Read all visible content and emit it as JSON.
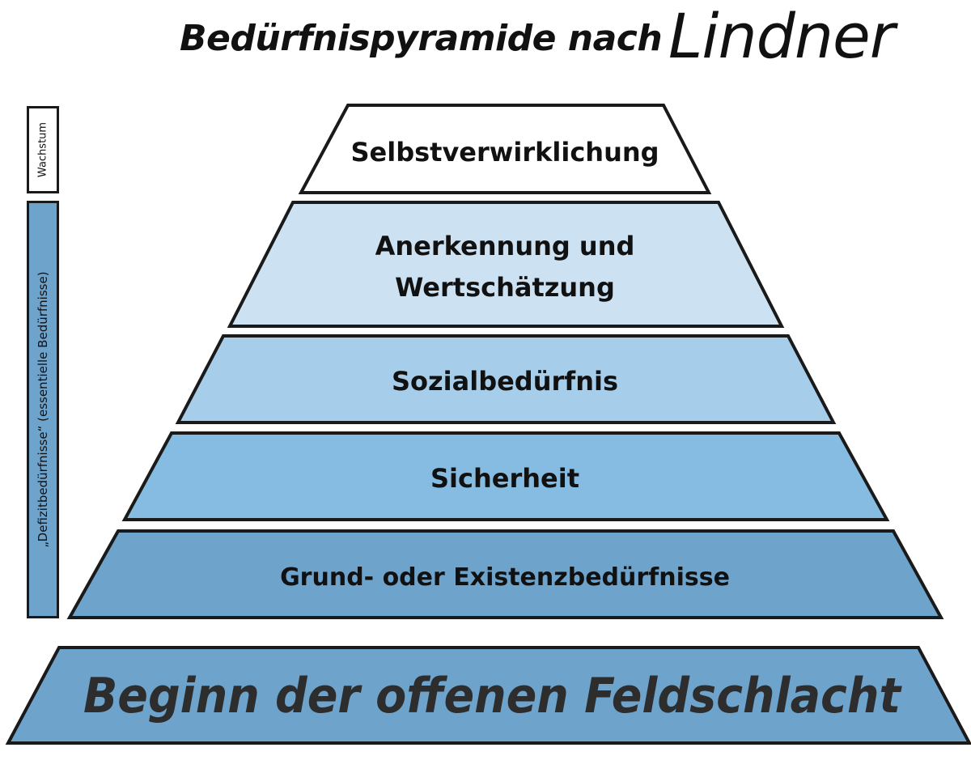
{
  "title": {
    "main": "Bedürfnispyramide nach",
    "name": "Lindner"
  },
  "sidebar": {
    "growth_label": "Wachstum",
    "deficit_label": "„Defizitbedürfnisse“ (essentielle Bedürfnisse)"
  },
  "levels": [
    {
      "lines": [
        "Selbstverwirklichung"
      ],
      "color": "#ffffff"
    },
    {
      "lines": [
        "Anerkennung und",
        "Wertschätzung"
      ],
      "color": "#cce2f2"
    },
    {
      "lines": [
        "Sozialbedürfnis"
      ],
      "color": "#a6cde9"
    },
    {
      "lines": [
        "Sicherheit"
      ],
      "color": "#86bce2"
    },
    {
      "lines": [
        "Grund- oder Existenzbedürfnisse"
      ],
      "color": "#6ea3cc"
    }
  ],
  "base": {
    "label": "Beginn der offenen Feldschlacht",
    "color": "#6ea3cc"
  },
  "colors": {
    "stroke": "#1a1a1a",
    "text": "#111111",
    "base_text": "#2d2d2d"
  }
}
